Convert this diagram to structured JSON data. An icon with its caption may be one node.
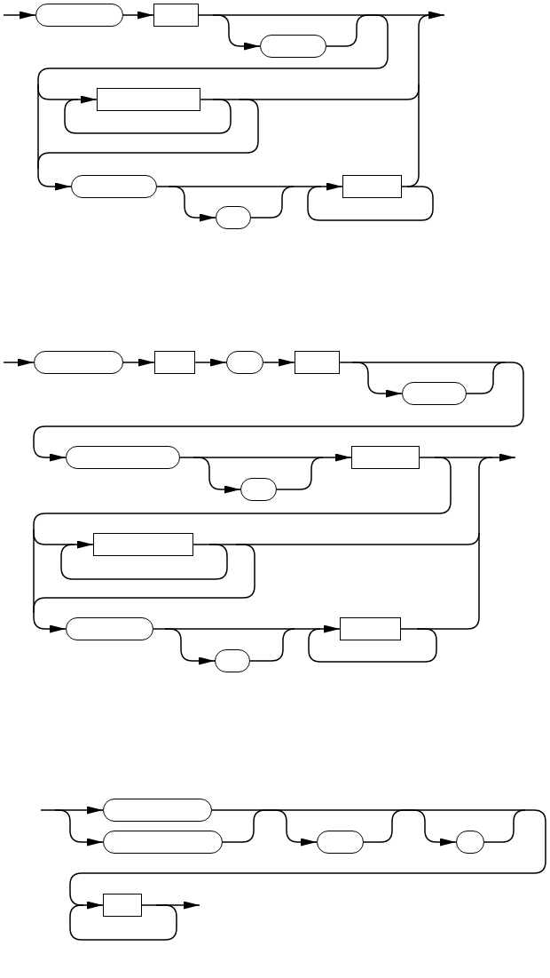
{
  "diagram": {
    "nodes": [
      {
        "text": [],
        "shape": "pill"
      },
      {
        "text": [],
        "shape": "box"
      },
      {
        "text": [],
        "shape": "pill"
      },
      {
        "text": [],
        "shape": "box"
      },
      {
        "text": [],
        "shape": "pill"
      },
      {
        "text": [],
        "shape": "pill"
      },
      {
        "text": [],
        "shape": "box"
      },
      {
        "text": [],
        "shape": "pill"
      },
      {
        "text": [],
        "shape": "box"
      },
      {
        "text": [],
        "shape": "pill"
      },
      {
        "text": [],
        "shape": "box"
      },
      {
        "text": [],
        "shape": "pill"
      },
      {
        "text": [],
        "shape": "pill"
      },
      {
        "text": [],
        "shape": "pill"
      },
      {
        "text": [],
        "shape": "box"
      },
      {
        "text": [],
        "shape": "box"
      },
      {
        "text": [],
        "shape": "pill"
      },
      {
        "text": [],
        "shape": "pill"
      },
      {
        "text": [],
        "shape": "box"
      },
      {
        "text": [],
        "shape": "pill"
      },
      {
        "text": [],
        "shape": "pill"
      },
      {
        "text": [],
        "shape": "pill"
      },
      {
        "text": [],
        "shape": "pill"
      },
      {
        "text": [],
        "shape": "box"
      }
    ],
    "edges": [
      {
        "from": null,
        "to": 0,
        "arrow": "to"
      },
      {
        "from": 0,
        "to": 1,
        "arrow": "to"
      },
      {
        "from": 1,
        "to": 2,
        "arrow": "to"
      },
      {
        "from": 1,
        "to": null,
        "arrow": "to"
      },
      {
        "from": 1,
        "to": 3,
        "arrow": "to"
      },
      {
        "from": 1,
        "to": 4,
        "arrow": "to"
      },
      {
        "from": 2,
        "to": null,
        "arrow": "to"
      },
      {
        "from": 2,
        "to": 3,
        "arrow": "to"
      },
      {
        "from": 2,
        "to": 4,
        "arrow": "to"
      },
      {
        "from": 3,
        "to": 3,
        "arrow": "to"
      },
      {
        "from": 3,
        "to": null,
        "arrow": "to"
      },
      {
        "from": 3,
        "to": 4,
        "arrow": "to"
      },
      {
        "from": 4,
        "to": 5,
        "arrow": "to"
      },
      {
        "from": 4,
        "to": 6,
        "arrow": "to"
      },
      {
        "from": 5,
        "to": 6,
        "arrow": "to"
      },
      {
        "from": 6,
        "to": 6,
        "arrow": "to"
      },
      {
        "from": 6,
        "to": null,
        "arrow": "to"
      },
      {
        "from": null,
        "to": 7,
        "arrow": "to"
      },
      {
        "from": 7,
        "to": 8,
        "arrow": "to"
      },
      {
        "from": 8,
        "to": 9,
        "arrow": "to"
      },
      {
        "from": 9,
        "to": 10,
        "arrow": "to"
      },
      {
        "from": 10,
        "to": 11,
        "arrow": "to"
      },
      {
        "from": 10,
        "to": 12,
        "arrow": "to"
      },
      {
        "from": 11,
        "to": 12,
        "arrow": "to"
      },
      {
        "from": 12,
        "to": 13,
        "arrow": "to"
      },
      {
        "from": 12,
        "to": 14,
        "arrow": "to"
      },
      {
        "from": 13,
        "to": 14,
        "arrow": "to"
      },
      {
        "from": 14,
        "to": null,
        "arrow": "to"
      },
      {
        "from": 14,
        "to": 15,
        "arrow": "to"
      },
      {
        "from": 14,
        "to": 16,
        "arrow": "to"
      },
      {
        "from": 15,
        "to": 15,
        "arrow": "to"
      },
      {
        "from": 15,
        "to": null,
        "arrow": "to"
      },
      {
        "from": 15,
        "to": 16,
        "arrow": "to"
      },
      {
        "from": 16,
        "to": 17,
        "arrow": "to"
      },
      {
        "from": 16,
        "to": 18,
        "arrow": "to"
      },
      {
        "from": 17,
        "to": 18,
        "arrow": "to"
      },
      {
        "from": 18,
        "to": 18,
        "arrow": "to"
      },
      {
        "from": 18,
        "to": null,
        "arrow": "to"
      },
      {
        "from": null,
        "to": 19,
        "arrow": "to"
      },
      {
        "from": null,
        "to": 20,
        "arrow": "to"
      },
      {
        "from": 19,
        "to": 21,
        "arrow": "to"
      },
      {
        "from": 19,
        "to": 22,
        "arrow": "to"
      },
      {
        "from": 19,
        "to": 23,
        "arrow": "to"
      },
      {
        "from": 20,
        "to": 21,
        "arrow": "to"
      },
      {
        "from": 20,
        "to": 22,
        "arrow": "to"
      },
      {
        "from": 20,
        "to": 23,
        "arrow": "to"
      },
      {
        "from": 21,
        "to": 22,
        "arrow": "to"
      },
      {
        "from": 21,
        "to": 23,
        "arrow": "to"
      },
      {
        "from": 22,
        "to": 23,
        "arrow": "to"
      },
      {
        "from": 23,
        "to": 23,
        "arrow": "to"
      },
      {
        "from": 23,
        "to": null,
        "arrow": "to"
      }
    ]
  }
}
